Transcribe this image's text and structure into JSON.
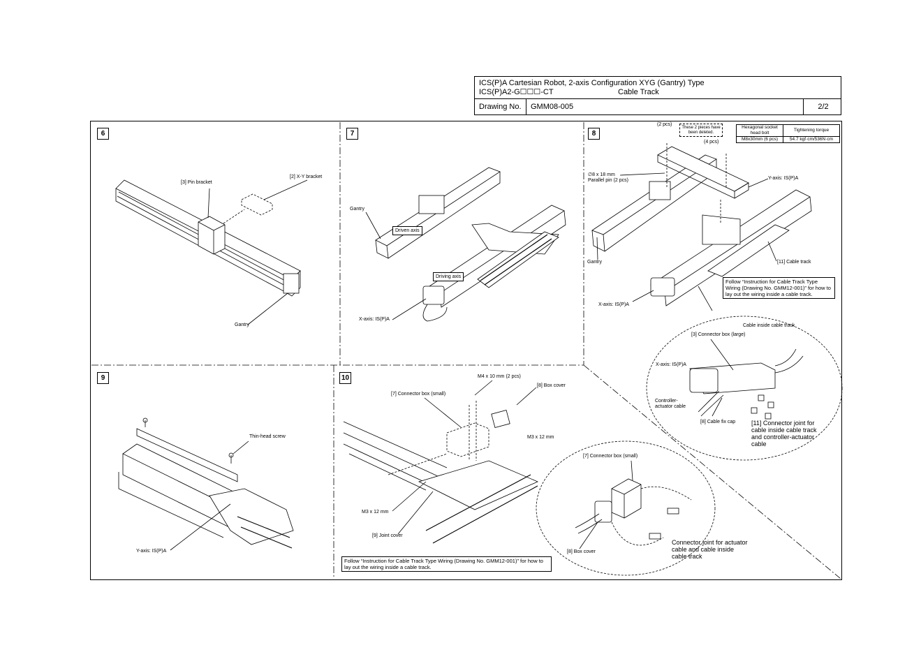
{
  "title_block": {
    "line1": "ICS(P)A Cartesian Robot, 2-axis Configuration XYG (Gantry) Type",
    "line2": "ICS(P)A2-G☐☐☐-CT",
    "line2_right": "Cable Track",
    "drawing_no_label": "Drawing No.",
    "drawing_no": "GMM08-005",
    "page": "2/2"
  },
  "steps": {
    "s6": "6",
    "s7": "7",
    "s8": "8",
    "s9": "9",
    "s10": "10"
  },
  "panel6": {
    "pin_bracket": "[3] Pin bracket",
    "xy_bracket": "[2] X-Y bracket",
    "gantry": "Gantry"
  },
  "panel7": {
    "gantry": "Gantry",
    "driven_axis": "Driven axis",
    "driving_axis": "Driving axis",
    "x_axis": "X-axis: IS(P)A"
  },
  "panel8": {
    "two_pcs": "(2 pcs)",
    "deleted_note": "These 2 pieces have been deleted.",
    "four_pcs": "(4 pcs)",
    "pin_line1": "∅8 x 18  mm",
    "pin_line2": "Parallel pin (2 pcs)",
    "y_axis": "Y-axis: IS(P)A",
    "gantry": "Gantry",
    "cable_track": "[11] Cable track",
    "x_axis": "X-axis: IS(P)A",
    "follow_note": "Follow “Instruction for Cable Track Type Wiring (Drawing No. GMM12-001)” for how to lay out the wiring inside a cable track.",
    "torque_table": {
      "h1": "Hexagonal socket head bolt",
      "h2": "Tightening torque",
      "v1": "M8x30mm (6 pcs)",
      "v2": "54.7 kgf·cm/536N·cm"
    }
  },
  "detail8": {
    "cable_inside": "Cable inside cable track",
    "connector_box_large": "[3] Connector box (large)",
    "x_axis": "X-axis: IS(P)A",
    "controller_cable_1": "Controller-",
    "controller_cable_2": "actuator cable",
    "cable_fix_cap": "[8] Cable fix cap",
    "joint_note": "[11] Connector joint for cable inside cable track and controller-actuator cable"
  },
  "panel9": {
    "thin_head_screw": "Thin-head screw",
    "y_axis": "Y-axis: IS(P)A"
  },
  "panel10": {
    "m4": "M4 x 10 mm (2 pcs)",
    "box_cover": "[8] Box cover",
    "connector_box_small": "[7] Connector box (small)",
    "m3_right": "M3 x 12 mm",
    "m3_left": "M3 x 12 mm",
    "joint_cover": "[9] Joint cover",
    "follow_note": "Follow “Instruction for Cable Track Type Wiring (Drawing No. GMM12-001)” for how to lay out the wiring inside a cable track."
  },
  "detail10": {
    "connector_box_small": "[7] Connector box (small)",
    "box_cover": "[8] Box cover",
    "joint_note": "Connector joint for actuator cable and cable inside cable track"
  }
}
